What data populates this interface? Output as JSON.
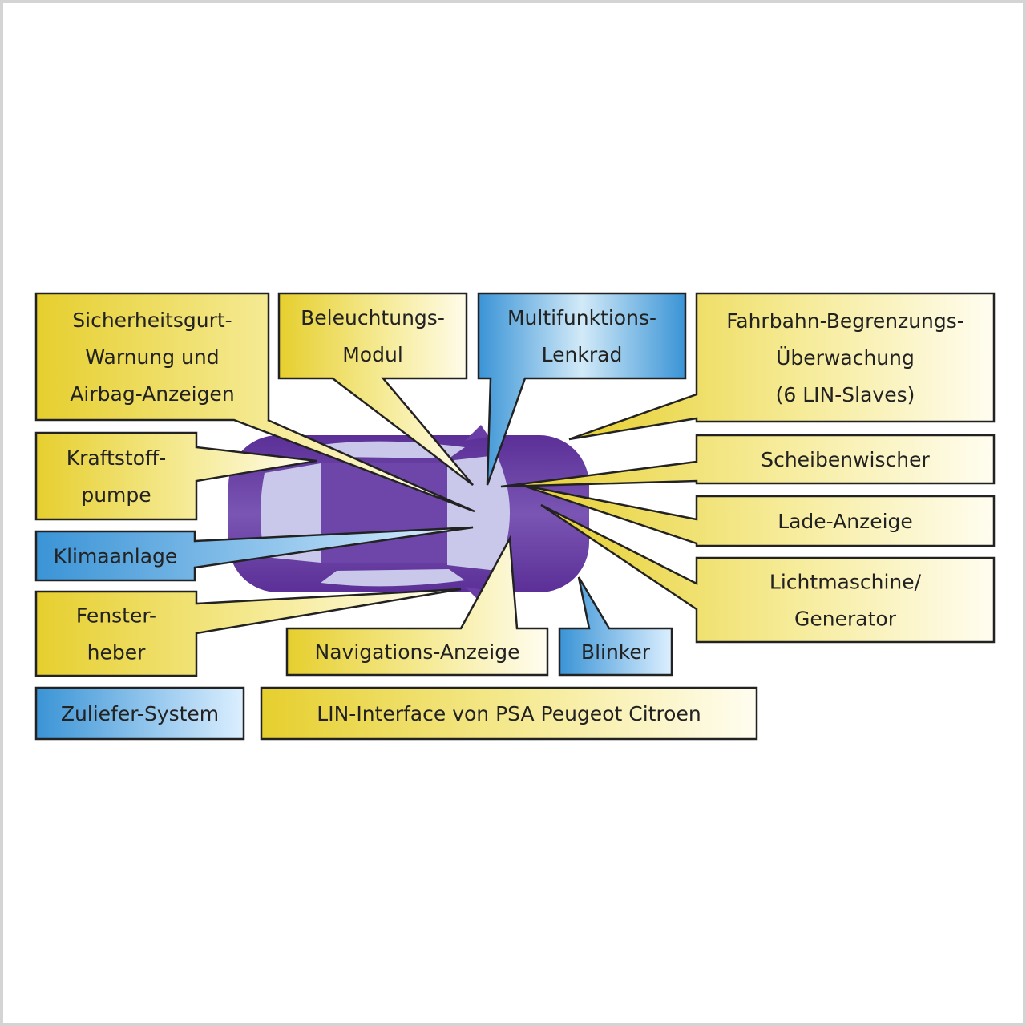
{
  "colors": {
    "yellow": "#e8d43c",
    "yellow_light": "#fffbe6",
    "blue": "#3a98d8",
    "blue_light": "#d6ecf8",
    "car": "#6a3ea6",
    "car_light": "#c9c7ea",
    "outline": "#222222"
  },
  "callouts": [
    {
      "id": "sicherheitsgurt",
      "type": "yellow",
      "lines": [
        "Sicherheitsgurt-",
        "Warnung und",
        "Airbag-Anzeigen"
      ]
    },
    {
      "id": "beleuchtung",
      "type": "yellow",
      "lines": [
        "Beleuchtungs-",
        "Modul"
      ]
    },
    {
      "id": "multifunktion",
      "type": "blue",
      "lines": [
        "Multifunktions-",
        "Lenkrad"
      ]
    },
    {
      "id": "fahrbahn",
      "type": "yellow",
      "lines": [
        "Fahrbahn-Begrenzungs-",
        "Überwachung",
        "(6 LIN-Slaves)"
      ]
    },
    {
      "id": "kraftstoff",
      "type": "yellow",
      "lines": [
        "Kraftstoff-",
        "pumpe"
      ]
    },
    {
      "id": "scheibenwischer",
      "type": "yellow",
      "lines": [
        "Scheibenwischer"
      ]
    },
    {
      "id": "lade",
      "type": "yellow",
      "lines": [
        "Lade-Anzeige"
      ]
    },
    {
      "id": "lichtmaschine",
      "type": "yellow",
      "lines": [
        "Lichtmaschine/",
        "Generator"
      ]
    },
    {
      "id": "klima",
      "type": "blue",
      "lines": [
        "Klimaanlage"
      ]
    },
    {
      "id": "fensterheber",
      "type": "yellow",
      "lines": [
        "Fenster-",
        "heber"
      ]
    },
    {
      "id": "navigation",
      "type": "yellow",
      "lines": [
        "Navigations-Anzeige"
      ]
    },
    {
      "id": "blinker",
      "type": "blue",
      "lines": [
        "Blinker"
      ]
    }
  ],
  "legend": [
    {
      "id": "zuliefer",
      "type": "blue",
      "lines": [
        "Zuliefer-System"
      ]
    },
    {
      "id": "lin-interface",
      "type": "yellow",
      "lines": [
        "LIN-Interface von PSA Peugeot Citroen"
      ]
    }
  ]
}
